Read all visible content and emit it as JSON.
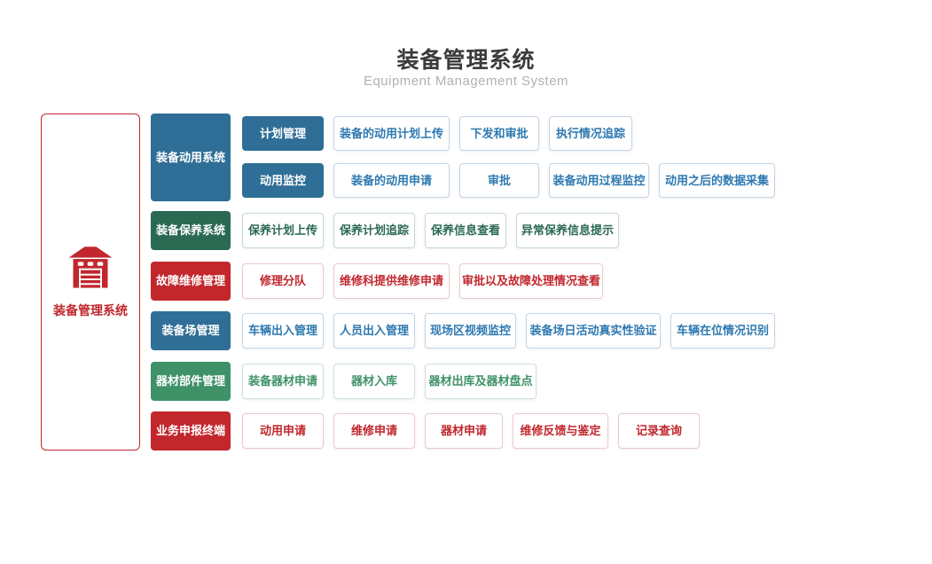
{
  "header": {
    "title": "装备管理系统",
    "subtitle": "Equipment Management System"
  },
  "root": {
    "label": "装备管理系统",
    "icon": "garage-icon"
  },
  "colors": {
    "blue": "#2f6e96",
    "dark_green": "#2b6a52",
    "green": "#3f9168",
    "red": "#c1272d",
    "outline_blue_text": "#2e79b0",
    "root_red": "#c1272d",
    "title_text": "#3b3b3b",
    "subtitle_text": "#b1b1b1"
  },
  "groups": [
    {
      "label": "装备动用系统",
      "color": "blue",
      "subgroups": [
        {
          "label": "计划管理",
          "items": [
            "装备的动用计划上传",
            "下发和审批",
            "执行情况追踪"
          ]
        },
        {
          "label": "动用监控",
          "items": [
            "装备的动用申请",
            "审批",
            "装备动用过程监控",
            "动用之后的数据采集"
          ]
        }
      ]
    },
    {
      "label": "装备保养系统",
      "color": "dark_green",
      "items": [
        "保养计划上传",
        "保养计划追踪",
        "保养信息查看",
        "异常保养信息提示"
      ]
    },
    {
      "label": "故障维修管理",
      "color": "red",
      "items": [
        "修理分队",
        "维修科提供维修申请",
        "审批以及故障处理情况查看"
      ]
    },
    {
      "label": "装备场管理",
      "color": "blue",
      "items": [
        "车辆出入管理",
        "人员出入管理",
        "现场区视频监控",
        "装备场日活动真实性验证",
        "车辆在位情况识别"
      ]
    },
    {
      "label": "器材部件管理",
      "color": "green",
      "items": [
        "装备器材申请",
        "器材入库",
        "器材出库及器材盘点"
      ]
    },
    {
      "label": "业务申报终端",
      "color": "red",
      "items": [
        "动用申请",
        "维修申请",
        "器材申请",
        "维修反馈与鉴定",
        "记录查询"
      ]
    }
  ]
}
